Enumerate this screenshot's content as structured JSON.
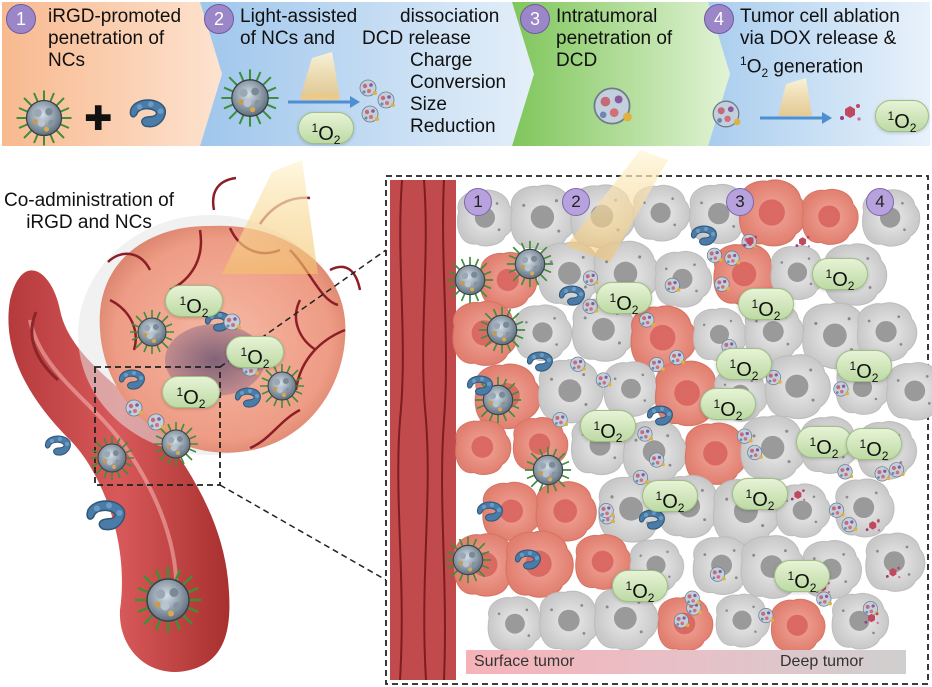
{
  "steps": [
    {
      "num": "1",
      "text": "iRGD-promoted\npenetration of\nNCs"
    },
    {
      "num": "2",
      "text": "Light-assisted\nof NCs and"
    },
    {
      "num": "3",
      "text": "Intratumoral\npenetration of\nDCD"
    },
    {
      "num": "4",
      "text": "Tumor cell ablation\nvia DOX release &"
    }
  ],
  "step2_extra": {
    "dissociation": "dissociation",
    "dcd_release": "DCD release",
    "conversion": "Charge\nConversion\nSize\nReduction"
  },
  "step4_line3_tail": " generation",
  "singlet_o2": {
    "sup": "1",
    "main": "O",
    "sub": "2"
  },
  "plus": "✚",
  "coadmin_label": "Co-administration of\niRGD and NCs",
  "zoom_numbers": [
    "1",
    "2",
    "3",
    "4"
  ],
  "gradient_labels": {
    "left": "Surface tumor",
    "right": "Deep tumor"
  },
  "colors": {
    "banner_orange": "#f6c7a6",
    "banner_blue": "#bcd7f0",
    "banner_green": "#a9d88c",
    "banner_lightblue": "#c6dcf2",
    "vessel": "#c74b4b",
    "tumor": "#f2a88e",
    "step_badge": "#9b86c8",
    "pill": "#cfe6b9"
  },
  "icons": [
    "nanocluster-icon",
    "irgd-peptide-icon",
    "light-beam-icon",
    "dcd-particle-icon",
    "dox-molecule-icon",
    "tumor-cell-icon",
    "blood-vessel-icon"
  ]
}
